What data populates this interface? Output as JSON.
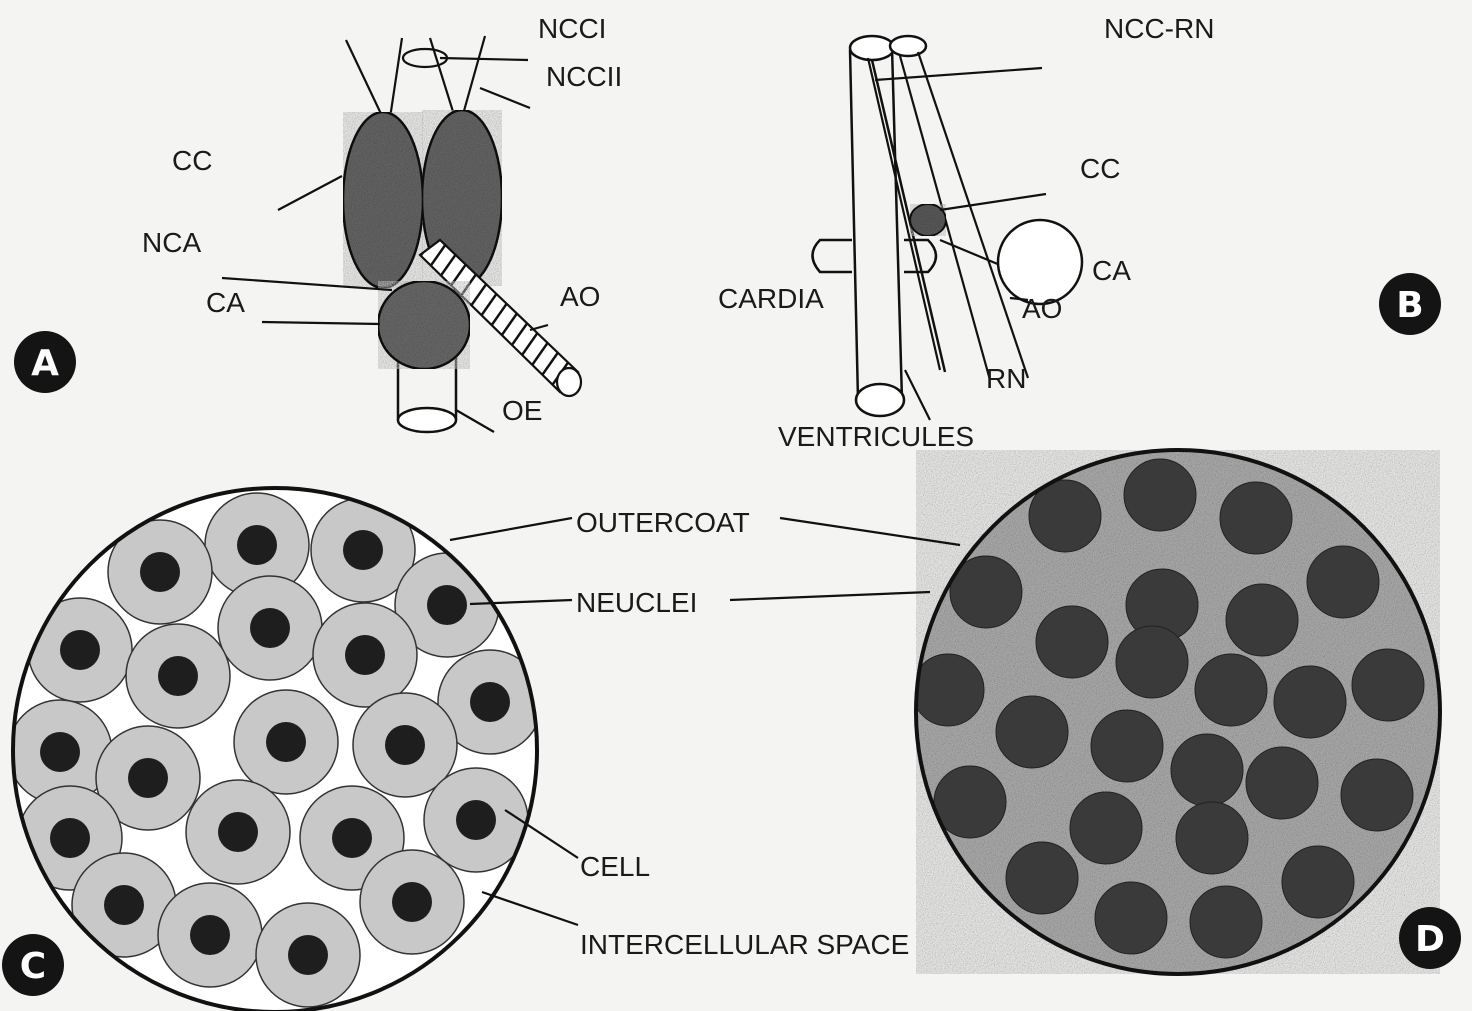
{
  "panels": {
    "A": {
      "badge": "A",
      "labels": {
        "ncci": "NCCI",
        "nccii": "NCCII",
        "cc": "CC",
        "nca": "NCA",
        "ca": "CA",
        "ao": "AO",
        "oe": "OE"
      }
    },
    "B": {
      "badge": "B",
      "labels": {
        "ncc_rn": "NCC-RN",
        "cc": "CC",
        "ca": "CA",
        "cardia": "CARDIA",
        "ao": "AO",
        "rn": "RN",
        "ventricules": "VENTRICULES"
      }
    },
    "C": {
      "badge": "C",
      "labels": {
        "outercoat": "OUTERCOAT",
        "neuclei": "NEUCLEI",
        "cell": "CELL",
        "intercellular_space": "INTERCELLULAR SPACE"
      }
    },
    "D": {
      "badge": "D"
    }
  },
  "colors": {
    "ink": "#111111",
    "gland_fill": "#6a6a6a",
    "cell_coat": "#c8c8c8",
    "nucleus": "#1e1e1e",
    "disc_d_bg": "#b4b4b4",
    "disc_d_nucleus": "#3a3a3a"
  }
}
